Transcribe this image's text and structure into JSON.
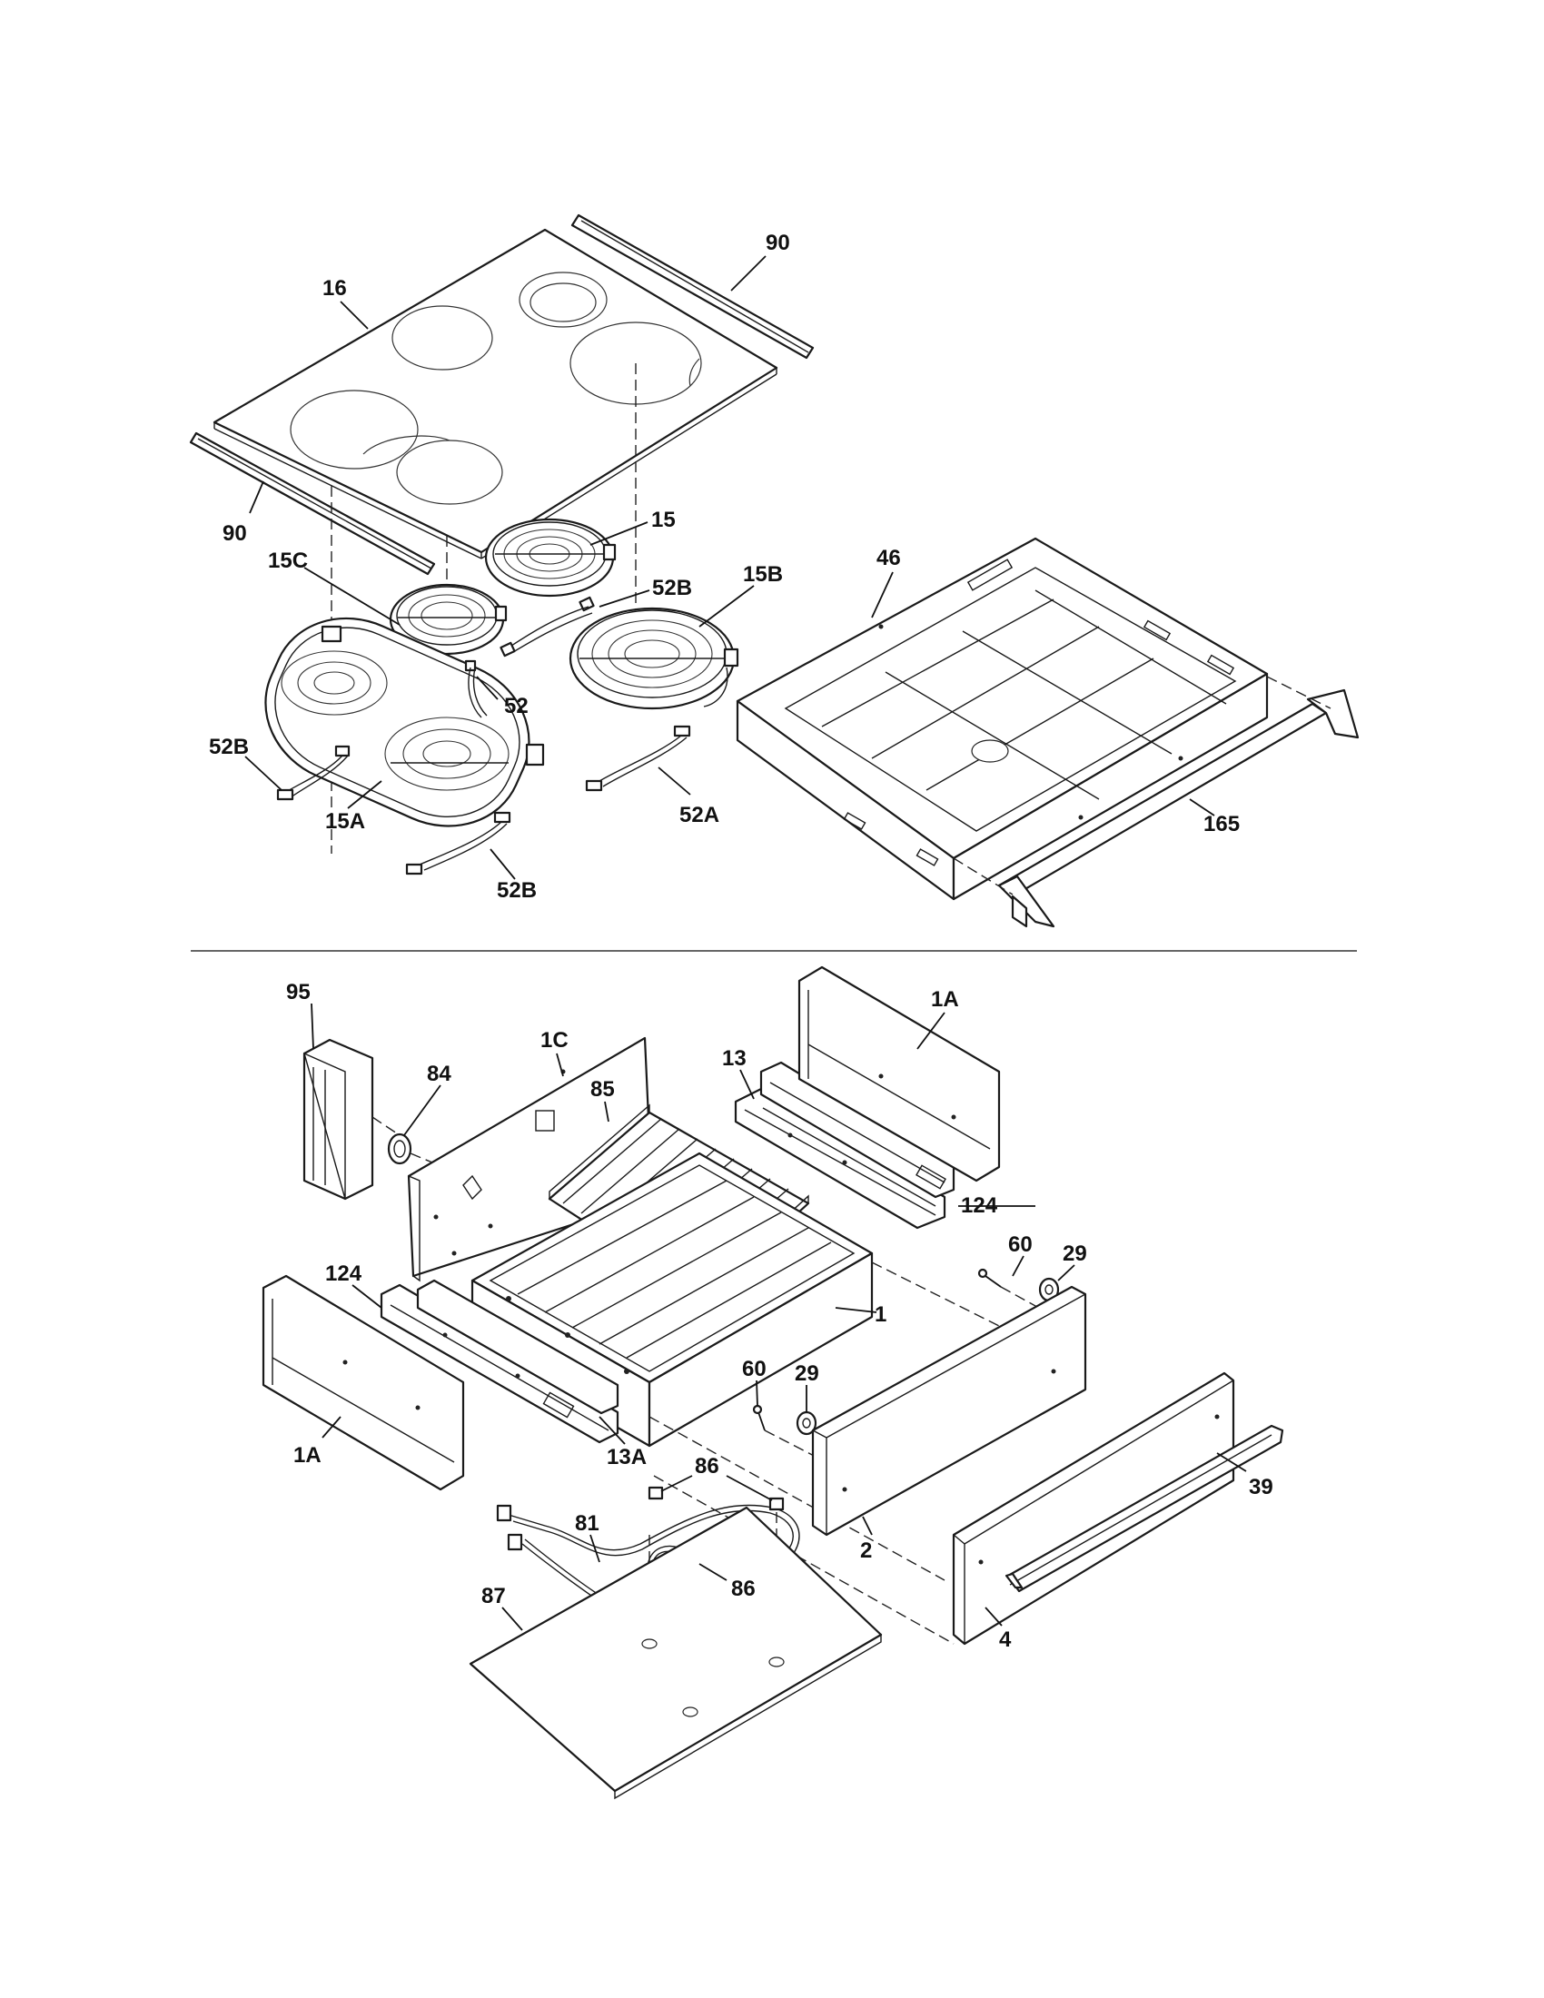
{
  "callouts": {
    "c90_top": "90",
    "c16": "16",
    "c90_left": "90",
    "c15": "15",
    "c15c": "15C",
    "c52b_a": "52B",
    "c15b": "15B",
    "c52": "52",
    "c52b_b": "52B",
    "c15a": "15A",
    "c52a": "52A",
    "c52b_c": "52B",
    "c46": "46",
    "c165": "165",
    "c95": "95",
    "c84": "84",
    "c1c": "1C",
    "c85": "85",
    "c13": "13",
    "c1a_top": "1A",
    "c124_right": "124",
    "c60_right": "60",
    "c29_right": "29",
    "c124_left": "124",
    "c1": "1",
    "c60_mid": "60",
    "c29_mid": "29",
    "c1a_left": "1A",
    "c13a": "13A",
    "c86_top": "86",
    "c39": "39",
    "c81": "81",
    "c2": "2",
    "c86_bottom": "86",
    "c87": "87",
    "c4": "4"
  }
}
